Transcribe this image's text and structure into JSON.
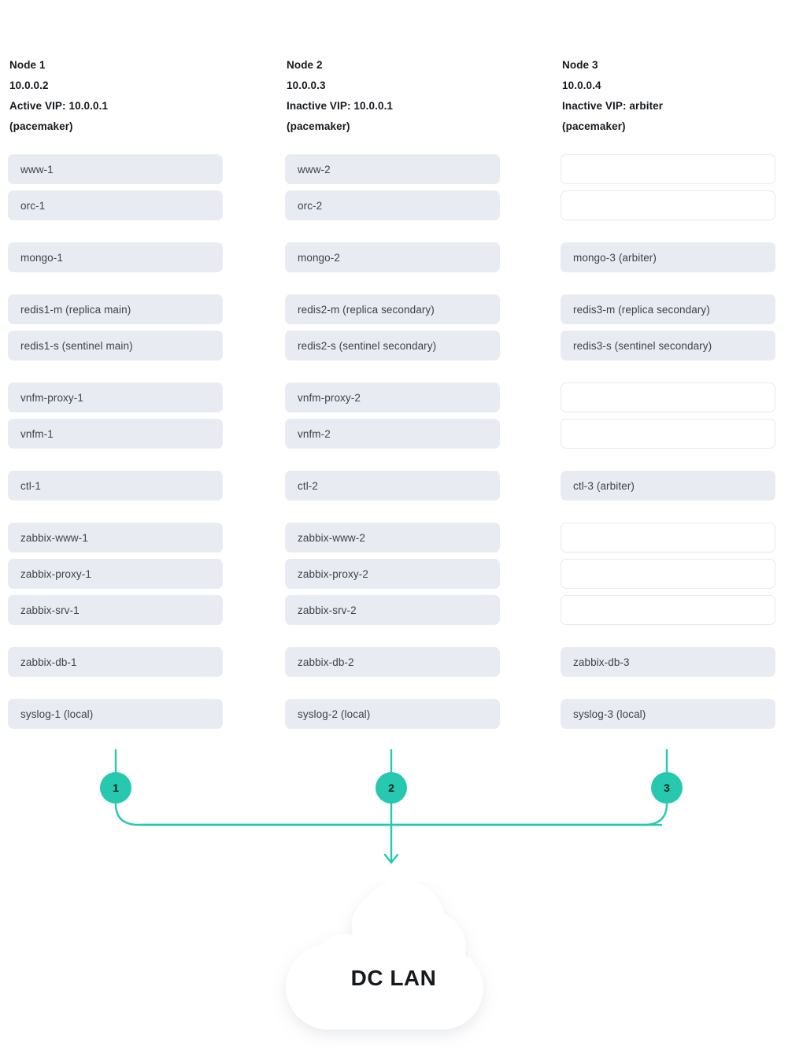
{
  "theme": {
    "accent": "#27c8b0",
    "box_fill": "#e8ecf2",
    "box_empty_border": "#e4e9f0",
    "text": "#15191e",
    "box_text": "#3c4349",
    "page_bg": "#ffffff"
  },
  "columns": [
    {
      "header": [
        "Node 1",
        "10.0.0.2",
        "Active VIP: 10.0.0.1",
        "(pacemaker)"
      ],
      "badge": "1",
      "groups": [
        [
          "www-1",
          "orc-1"
        ],
        [
          "mongo-1"
        ],
        [
          "redis1-m (replica main)",
          "redis1-s (sentinel main)"
        ],
        [
          "vnfm-proxy-1",
          "vnfm-1"
        ],
        [
          "ctl-1"
        ],
        [
          "zabbix-www-1",
          "zabbix-proxy-1",
          "zabbix-srv-1"
        ],
        [
          "zabbix-db-1"
        ],
        [
          "syslog-1 (local)"
        ]
      ]
    },
    {
      "header": [
        "Node 2",
        "10.0.0.3",
        "Inactive VIP: 10.0.0.1",
        "(pacemaker)"
      ],
      "badge": "2",
      "groups": [
        [
          "www-2",
          "orc-2"
        ],
        [
          "mongo-2"
        ],
        [
          "redis2-m (replica secondary)",
          "redis2-s (sentinel secondary)"
        ],
        [
          "vnfm-proxy-2",
          "vnfm-2"
        ],
        [
          "ctl-2"
        ],
        [
          "zabbix-www-2",
          "zabbix-proxy-2",
          "zabbix-srv-2"
        ],
        [
          "zabbix-db-2"
        ],
        [
          "syslog-2 (local)"
        ]
      ]
    },
    {
      "header": [
        "Node 3",
        "10.0.0.4",
        "Inactive VIP: arbiter",
        "(pacemaker)"
      ],
      "badge": "3",
      "groups": [
        [
          "",
          ""
        ],
        [
          "mongo-3 (arbiter)"
        ],
        [
          "redis3-m (replica secondary)",
          "redis3-s (sentinel secondary)"
        ],
        [
          "",
          ""
        ],
        [
          "ctl-3 (arbiter)"
        ],
        [
          "",
          "",
          ""
        ],
        [
          "zabbix-db-3"
        ],
        [
          "syslog-3 (local)"
        ]
      ]
    }
  ],
  "cloud": {
    "label": "DC LAN"
  }
}
